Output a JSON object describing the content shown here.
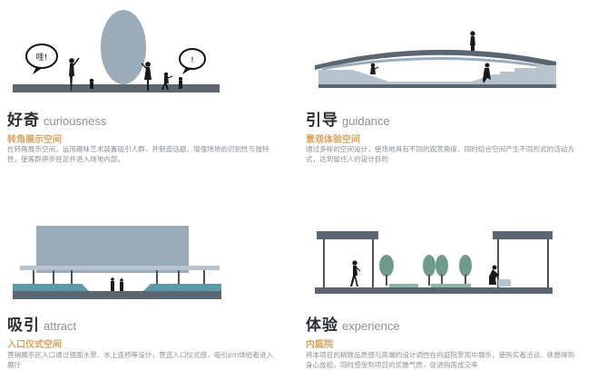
{
  "colors": {
    "accent": "#d9a15c",
    "dark": "#4a5258",
    "slate": "#5b6670",
    "light_blue": "#9aabb9",
    "teal": "#5c9aab",
    "tree_green": "#6e9b8d",
    "text_dark": "#2a2e33",
    "text_grey": "#8a8f95"
  },
  "panels": [
    {
      "key": "curiousness",
      "title_zh": "好奇",
      "title_en": "curiousness",
      "subtitle": "转角展示空间",
      "description": "在转角展示空间，运用趣味艺术装置吸引人群，并制造话题，增强场地的识别性与独特性，使客群停步驻足并进入场地内部。",
      "bubble_left": "哇!",
      "bubble_right": "!"
    },
    {
      "key": "guidance",
      "title_zh": "引导",
      "title_en": "guidance",
      "subtitle": "景观体验空间",
      "description": "通过多样的空间设计，使场地具有不同的观赏角度，同时结合空间产生不同形式的活动方式，达到留住人的设计目的"
    },
    {
      "key": "attract",
      "title_zh": "吸引",
      "title_en": "attract",
      "subtitle": "入口仪式空间",
      "description": "营销展示区入口通过镜面水景、水上连桥等设计，营造入口仪式感，吸引pm体验者进入展厅"
    },
    {
      "key": "experience",
      "title_zh": "体验",
      "title_en": "experience",
      "subtitle": "内庭院",
      "description": "将本项目的精致品质感与高端的设计调性在内庭院景观中展示，使购买者洽谈、休憩得到身心放松，同时感受到项目的优雅气质，促进购房成交率"
    }
  ]
}
